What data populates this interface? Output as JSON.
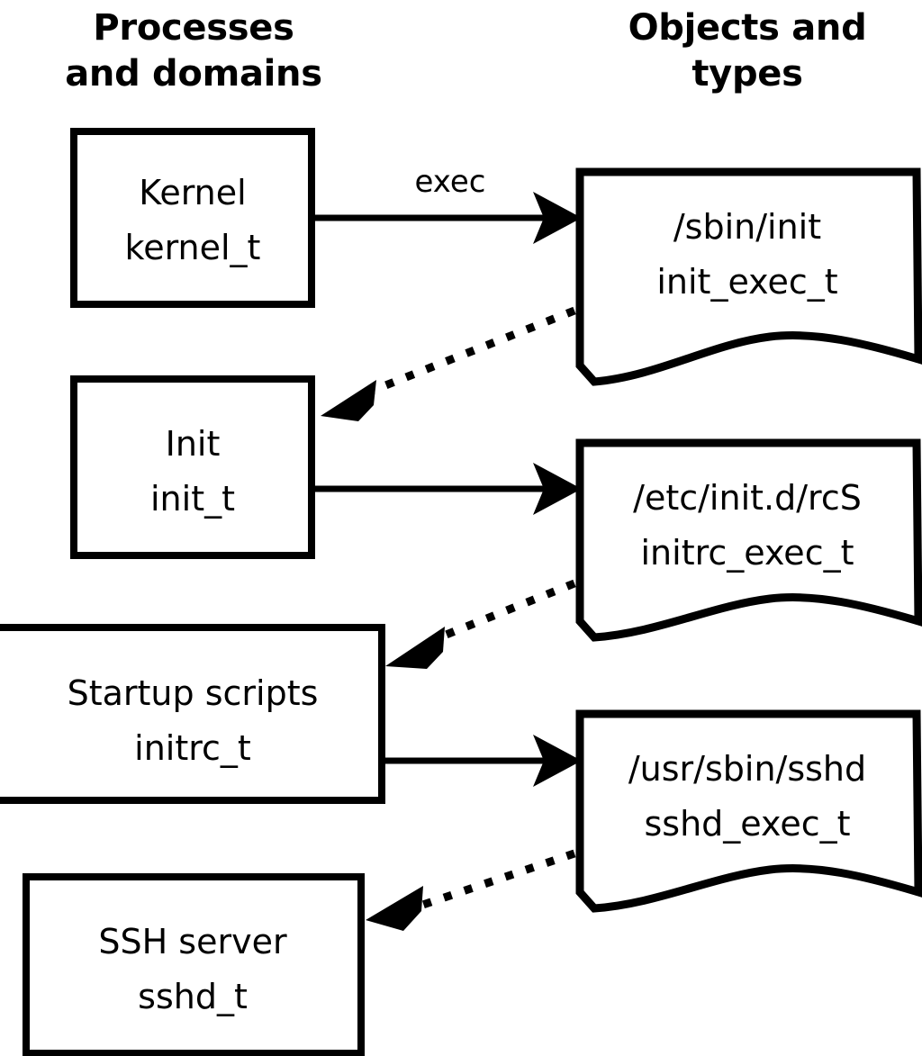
{
  "columns": [
    {
      "id": "left",
      "title_line1": "Processes",
      "title_line2": "and domains"
    },
    {
      "id": "right",
      "title_line1": "Objects and",
      "title_line2": "types"
    }
  ],
  "process_nodes": [
    {
      "id": "kernel",
      "name_label": "Kernel",
      "type_label": "kernel_t"
    },
    {
      "id": "init",
      "name_label": "Init",
      "type_label": "init_t"
    },
    {
      "id": "initrc",
      "name_label": "Startup scripts",
      "type_label": "initrc_t"
    },
    {
      "id": "sshd",
      "name_label": "SSH server",
      "type_label": "sshd_t"
    }
  ],
  "object_nodes": [
    {
      "id": "init_exec",
      "path_label": "/sbin/init",
      "type_label": "init_exec_t"
    },
    {
      "id": "initrc_exec",
      "path_label": "/etc/init.d/rcS",
      "type_label": "initrc_exec_t"
    },
    {
      "id": "sshd_exec",
      "path_label": "/usr/sbin/sshd",
      "type_label": "sshd_exec_t"
    }
  ],
  "edges": [
    {
      "id": "kernel-exec-init",
      "from": "kernel",
      "to": "init_exec",
      "label": "exec",
      "style": "solid"
    },
    {
      "id": "init_exec-transition-init",
      "from": "init_exec",
      "to": "init",
      "label": "",
      "style": "dotted"
    },
    {
      "id": "init-exec-initrc",
      "from": "init",
      "to": "initrc_exec",
      "label": "",
      "style": "solid"
    },
    {
      "id": "initrc_exec-transition-initrc",
      "from": "initrc_exec",
      "to": "initrc",
      "label": "",
      "style": "dotted"
    },
    {
      "id": "initrc-exec-sshd",
      "from": "initrc",
      "to": "sshd_exec",
      "label": "",
      "style": "solid"
    },
    {
      "id": "sshd_exec-transition-sshd",
      "from": "sshd_exec",
      "to": "sshd",
      "label": "",
      "style": "dotted"
    }
  ],
  "colors": {
    "background": "#ffffff",
    "stroke": "#000000",
    "text": "#000000",
    "fill": "#ffffff"
  }
}
